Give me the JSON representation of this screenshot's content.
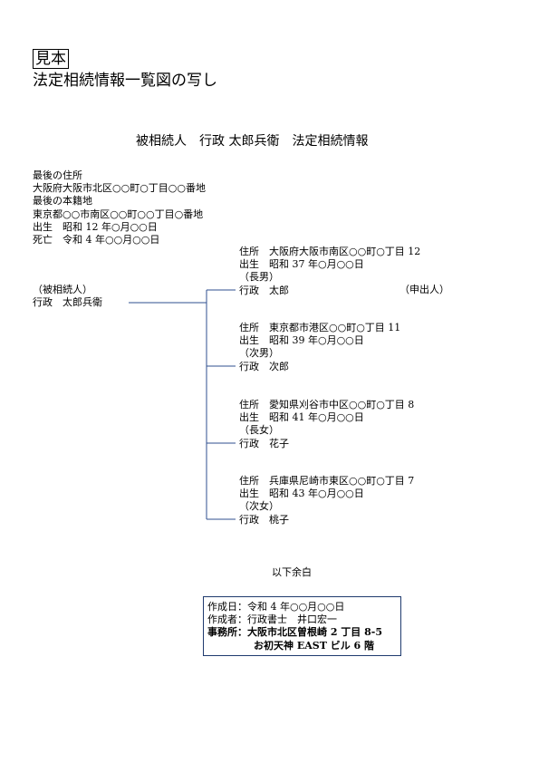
{
  "header": {
    "sample_label": "見本",
    "doc_title": "法定相続情報一覧図の写し"
  },
  "heading": "被相続人　行政 太郎兵衛　法定相続情報",
  "decedent": {
    "last_address_label": "最後の住所",
    "last_address": "大阪府大阪市北区○○町○丁目○○番地",
    "domicile_label": "最後の本籍地",
    "domicile": "東京都○○市南区○○町○○丁目○番地",
    "birth": "出生　昭和 12 年○月○○日",
    "death": "死亡　令和 4 年○○月○○日",
    "role": "（被相続人）",
    "name": "行政　太郎兵衛"
  },
  "heirs": [
    {
      "address": "住所　大阪府大阪市南区○○町○丁目 12",
      "birth": "出生　昭和 37 年○月○○日",
      "relation": "（長男）",
      "name": "行政　太郎"
    },
    {
      "address": "住所　東京都市港区○○町○丁目 11",
      "birth": "出生　昭和 39 年○月○○日",
      "relation": "（次男）",
      "name": "行政　次郎"
    },
    {
      "address": "住所　愛知県刈谷市中区○○町○丁目 8",
      "birth": "出生　昭和 41 年○月○○日",
      "relation": "（長女）",
      "name": "行政　花子"
    },
    {
      "address": "住所　兵庫県尼崎市東区○○町○丁目 7",
      "birth": "出生　昭和 43 年○月○○日",
      "relation": "（次女）",
      "name": "行政　桃子"
    }
  ],
  "applicant_label": "（申出人）",
  "footer_text": "以下余白",
  "creator": {
    "date": "作成日：令和 4 年○○月○○日",
    "author": "作成者：行政書士　井口宏一",
    "office": "事務所：大阪市北区曽根崎 2 丁目 8-5",
    "building": "お初天神 EAST ビル 6 階"
  },
  "colors": {
    "line": "#2f4f8f",
    "box_border": "#1f3a6e"
  }
}
